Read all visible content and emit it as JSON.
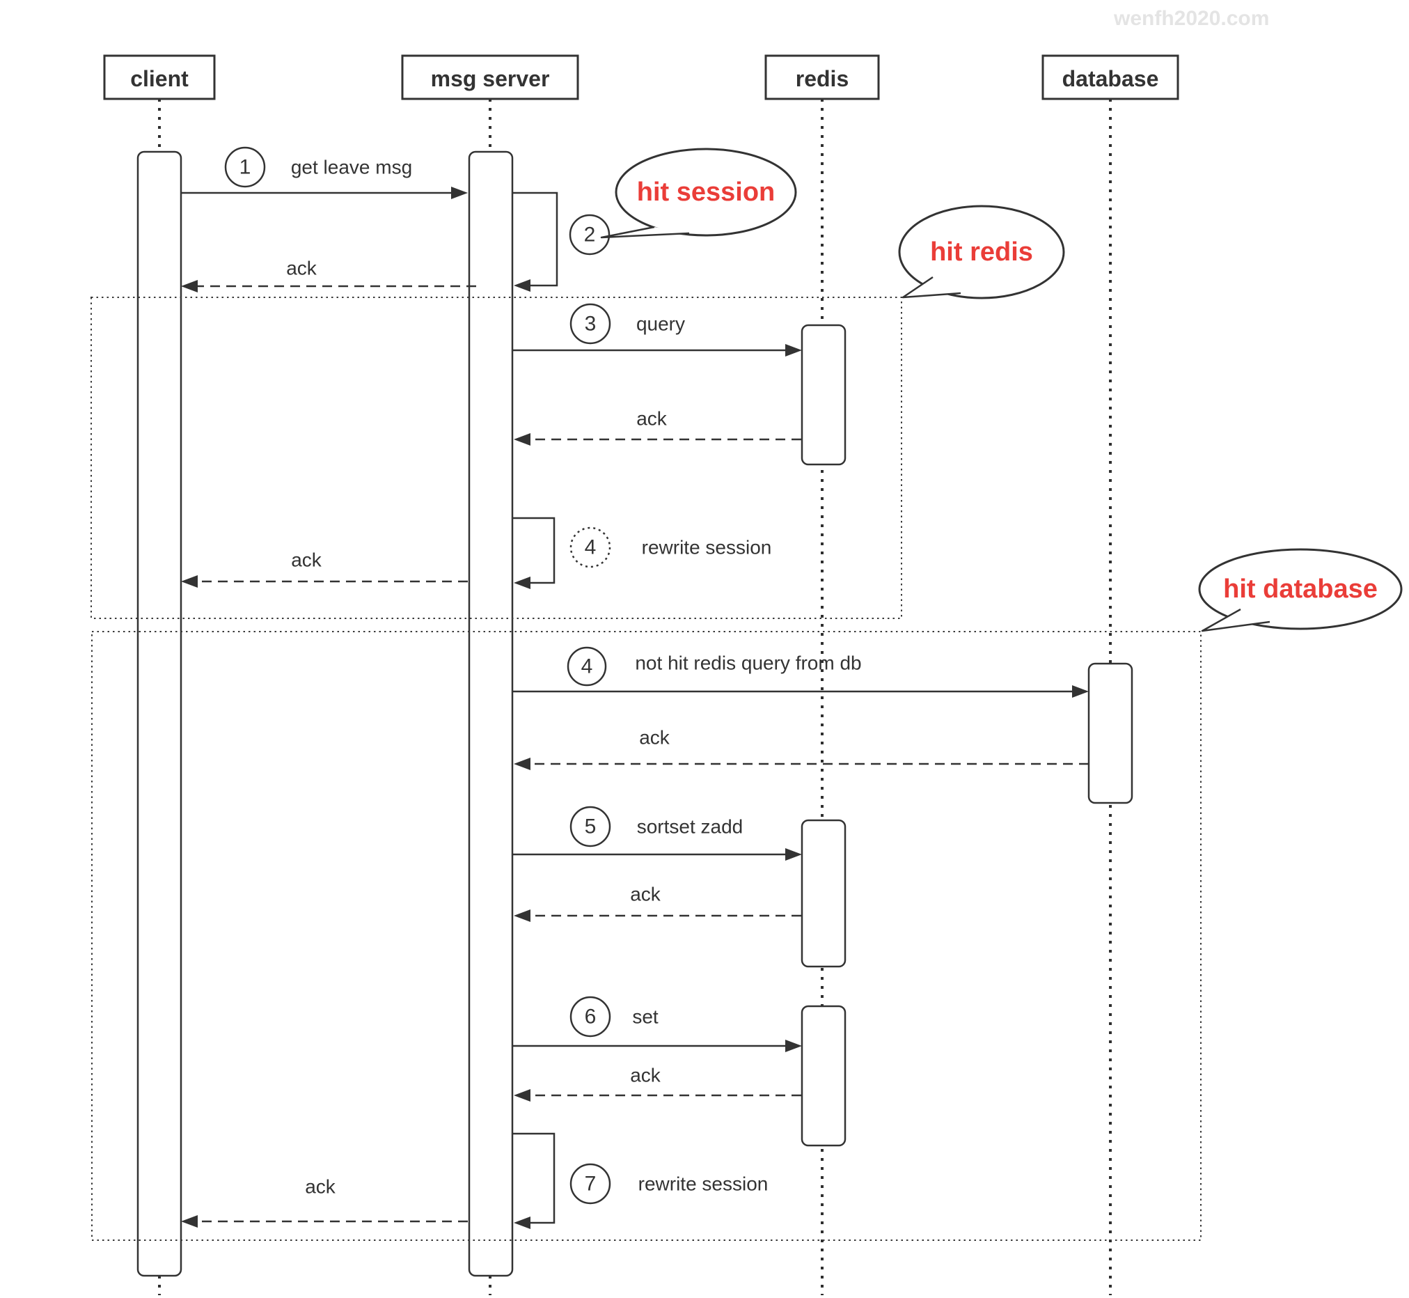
{
  "watermark": "wenfh2020.com",
  "actors": {
    "client": "client",
    "server": "msg server",
    "redis": "redis",
    "database": "database"
  },
  "callouts": {
    "session": "hit session",
    "redis": "hit redis",
    "database": "hit database"
  },
  "steps": {
    "s1": {
      "num": "1",
      "label": "get leave msg"
    },
    "s2": {
      "num": "2"
    },
    "ack1": "ack",
    "s3": {
      "num": "3",
      "label": "query"
    },
    "ack_redis_query": "ack",
    "s4a": {
      "num": "4",
      "label": "rewrite session"
    },
    "ack2": "ack",
    "s4b": {
      "num": "4",
      "label": "not hit redis query from db"
    },
    "ack_db": "ack",
    "s5": {
      "num": "5",
      "label": "sortset zadd"
    },
    "ack_redis_zadd": "ack",
    "s6": {
      "num": "6",
      "label": "set"
    },
    "ack_redis_set": "ack",
    "s7": {
      "num": "7",
      "label": "rewrite session"
    },
    "ack3": "ack"
  },
  "colors": {
    "line": "#333333",
    "text": "#333333",
    "accent_red": "#ea3d38",
    "watermark_gray": "#e4e4e4"
  }
}
